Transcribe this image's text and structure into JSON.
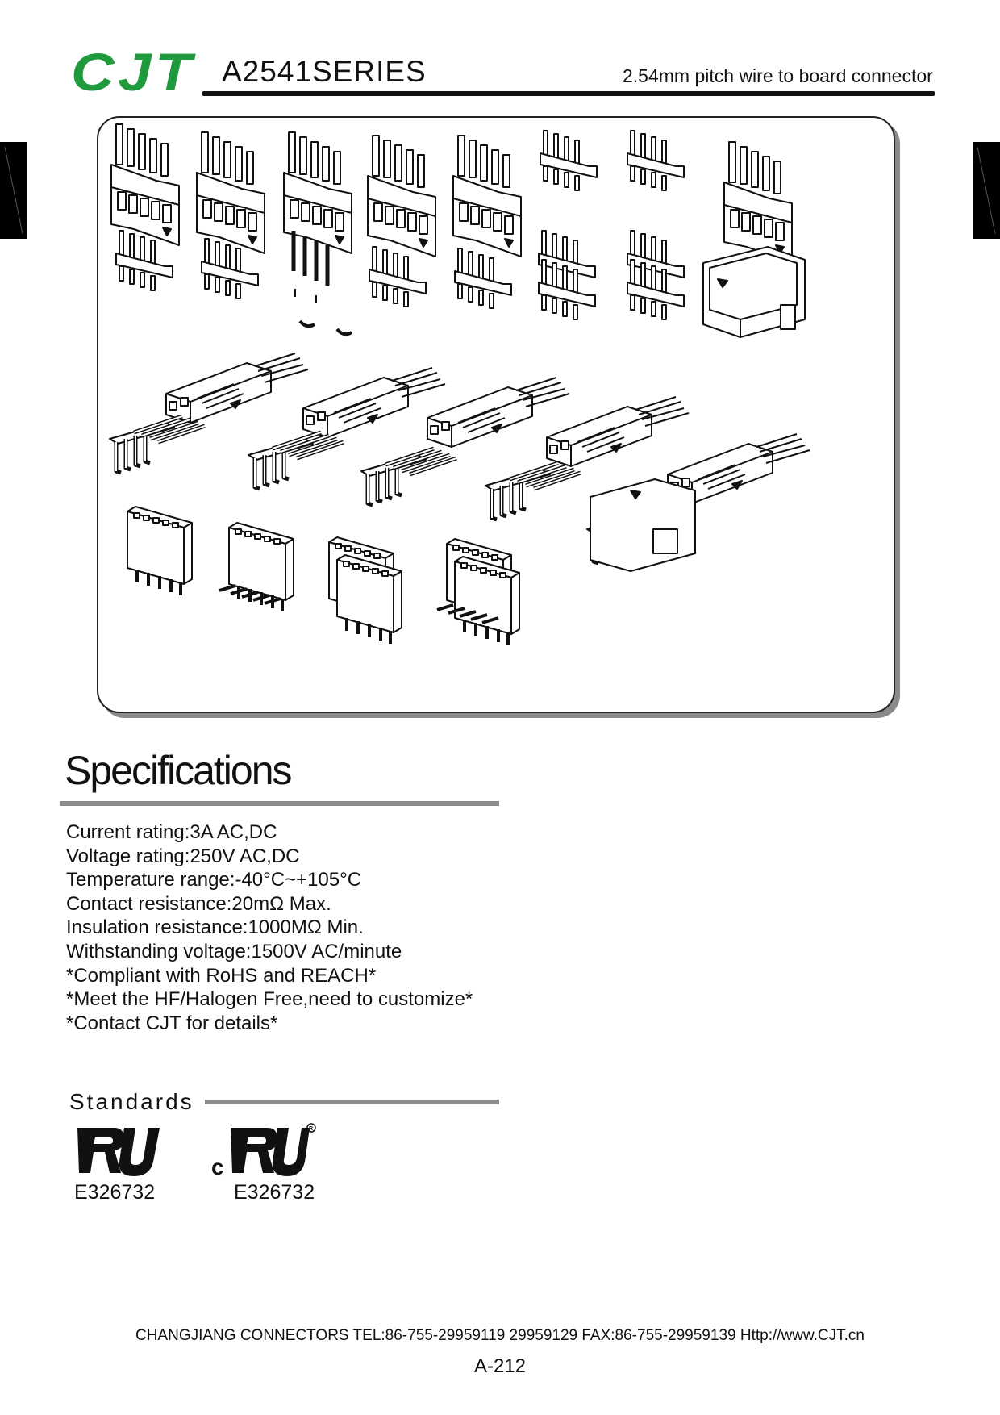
{
  "header": {
    "logo_text": "CJT",
    "logo_color": "#1f9a3c",
    "series": "A2541SERIES",
    "tagline": "2.54mm pitch wire to board connector"
  },
  "specifications": {
    "title": "Specifications",
    "items": [
      "Current rating:3A AC,DC",
      "Voltage rating:250V AC,DC",
      "Temperature range:-40°C~+105°C",
      "Contact resistance:20mΩ Max.",
      "Insulation resistance:1000MΩ Min.",
      "Withstanding voltage:1500V AC/minute",
      "*Compliant with RoHS and REACH*",
      "*Meet the HF/Halogen Free,need to customize*",
      "*Contact CJT for details*"
    ]
  },
  "standards": {
    "title": "Standards",
    "certifications": [
      {
        "mark": "UR",
        "number": "E326732"
      },
      {
        "mark": "cUR",
        "number": "E326732"
      }
    ]
  },
  "footer": {
    "contact": "CHANGJIANG CONNECTORS  TEL:86-755-29959119 29959129  FAX:86-755-29959139 Http://www.CJT.cn",
    "page": "A-212"
  }
}
